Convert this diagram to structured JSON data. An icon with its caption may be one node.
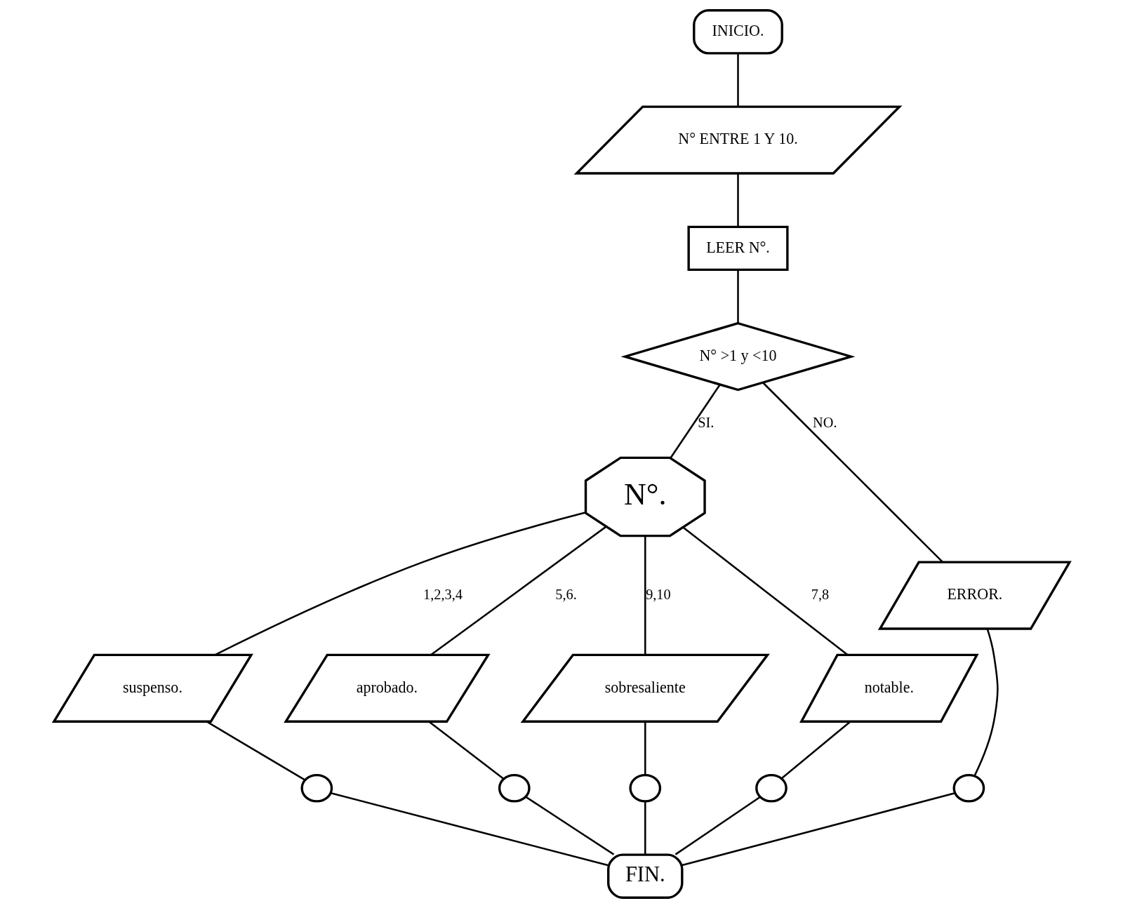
{
  "diagram": {
    "nodes": [
      {
        "text": [
          "INICIO."
        ]
      },
      {
        "text": [
          "N° ENTRE 1 Y 10."
        ]
      },
      {
        "text": [
          "LEER N°."
        ]
      },
      {
        "text": [
          "N° >1 y <10"
        ]
      },
      {
        "text": [
          "N°."
        ]
      },
      {
        "text": [
          "suspenso."
        ]
      },
      {
        "text": [
          "aprobado."
        ]
      },
      {
        "text": [
          "sobresaliente"
        ]
      },
      {
        "text": [
          "notable."
        ]
      },
      {
        "text": [
          "ERROR."
        ]
      },
      {
        "text": [],
        "shape": "circle"
      },
      {
        "text": [],
        "shape": "circle"
      },
      {
        "text": [],
        "shape": "circle"
      },
      {
        "text": [],
        "shape": "circle"
      },
      {
        "text": [],
        "shape": "circle"
      },
      {
        "text": [
          "FIN."
        ]
      }
    ],
    "edges": [
      {
        "from": 0,
        "to": 1,
        "arrow": "none"
      },
      {
        "from": 1,
        "to": 2,
        "arrow": "none"
      },
      {
        "from": 2,
        "to": 3,
        "arrow": "none"
      },
      {
        "from": 3,
        "to": 4,
        "label": "SI.",
        "arrow": "none"
      },
      {
        "from": 3,
        "to": 9,
        "label": "NO.",
        "arrow": "none"
      },
      {
        "from": 4,
        "to": 5,
        "label": "1,2,3,4",
        "arrow": "none"
      },
      {
        "from": 4,
        "to": 6,
        "label": "5,6.",
        "arrow": "none"
      },
      {
        "from": 4,
        "to": 7,
        "label": "9,10",
        "arrow": "none"
      },
      {
        "from": 4,
        "to": 8,
        "label": "7,8",
        "arrow": "none"
      },
      {
        "from": 5,
        "to": 10,
        "arrow": "none"
      },
      {
        "from": 6,
        "to": 11,
        "arrow": "none"
      },
      {
        "from": 7,
        "to": 12,
        "arrow": "none"
      },
      {
        "from": 8,
        "to": 13,
        "arrow": "none"
      },
      {
        "from": 9,
        "to": 14,
        "arrow": "none"
      },
      {
        "from": 10,
        "to": 15,
        "arrow": "none"
      },
      {
        "from": 11,
        "to": 15,
        "arrow": "none"
      },
      {
        "from": 12,
        "to": 15,
        "arrow": "none"
      },
      {
        "from": 13,
        "to": 15,
        "arrow": "none"
      },
      {
        "from": 14,
        "to": 15,
        "arrow": "none"
      }
    ]
  }
}
